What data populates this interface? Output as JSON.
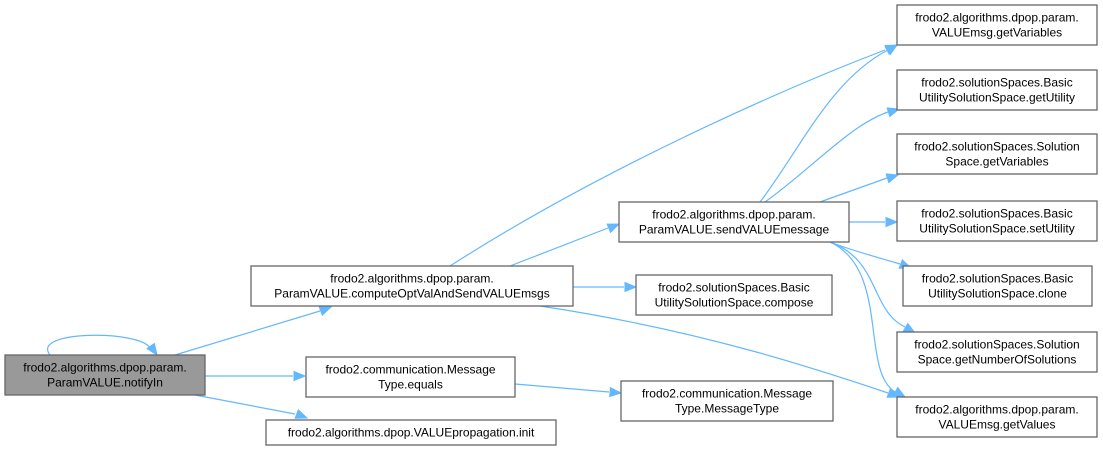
{
  "graph": {
    "type": "call-graph",
    "edge_color": "#63b8ff",
    "node_border_color": "#666666",
    "root_fill_color": "#999999",
    "nodes": [
      {
        "id": "notifyIn",
        "lines": [
          "frodo2.algorithms.dpop.param.",
          "ParamVALUE.notifyIn"
        ],
        "root": true
      },
      {
        "id": "computeOpt",
        "lines": [
          "frodo2.algorithms.dpop.param.",
          "ParamVALUE.computeOptValAndSendVALUEmsgs"
        ]
      },
      {
        "id": "msgTypeEquals",
        "lines": [
          "frodo2.communication.Message",
          "Type.equals"
        ]
      },
      {
        "id": "valueInit",
        "lines": [
          "frodo2.algorithms.dpop.VALUEpropagation.init"
        ]
      },
      {
        "id": "sendValue",
        "lines": [
          "frodo2.algorithms.dpop.param.",
          "ParamVALUE.sendVALUEmessage"
        ]
      },
      {
        "id": "compose",
        "lines": [
          "frodo2.solutionSpaces.Basic",
          "UtilitySolutionSpace.compose"
        ]
      },
      {
        "id": "msgTypeCtor",
        "lines": [
          "frodo2.communication.Message",
          "Type.MessageType"
        ]
      },
      {
        "id": "getVariablesMsg",
        "lines": [
          "frodo2.algorithms.dpop.param.",
          "VALUEmsg.getVariables"
        ]
      },
      {
        "id": "getUtility",
        "lines": [
          "frodo2.solutionSpaces.Basic",
          "UtilitySolutionSpace.getUtility"
        ]
      },
      {
        "id": "getVariablesSpace",
        "lines": [
          "frodo2.solutionSpaces.Solution",
          "Space.getVariables"
        ]
      },
      {
        "id": "setUtility",
        "lines": [
          "frodo2.solutionSpaces.Basic",
          "UtilitySolutionSpace.setUtility"
        ]
      },
      {
        "id": "clone",
        "lines": [
          "frodo2.solutionSpaces.Basic",
          "UtilitySolutionSpace.clone"
        ]
      },
      {
        "id": "getNumSolutions",
        "lines": [
          "frodo2.solutionSpaces.Solution",
          "Space.getNumberOfSolutions"
        ]
      },
      {
        "id": "getValues",
        "lines": [
          "frodo2.algorithms.dpop.param.",
          "VALUEmsg.getValues"
        ]
      }
    ],
    "edges": [
      {
        "from": "notifyIn",
        "to": "notifyIn"
      },
      {
        "from": "notifyIn",
        "to": "computeOpt"
      },
      {
        "from": "notifyIn",
        "to": "msgTypeEquals"
      },
      {
        "from": "notifyIn",
        "to": "valueInit"
      },
      {
        "from": "computeOpt",
        "to": "sendValue"
      },
      {
        "from": "computeOpt",
        "to": "compose"
      },
      {
        "from": "computeOpt",
        "to": "getVariablesMsg"
      },
      {
        "from": "computeOpt",
        "to": "getValues"
      },
      {
        "from": "msgTypeEquals",
        "to": "msgTypeCtor"
      },
      {
        "from": "sendValue",
        "to": "getVariablesMsg"
      },
      {
        "from": "sendValue",
        "to": "getUtility"
      },
      {
        "from": "sendValue",
        "to": "getVariablesSpace"
      },
      {
        "from": "sendValue",
        "to": "setUtility"
      },
      {
        "from": "sendValue",
        "to": "clone"
      },
      {
        "from": "sendValue",
        "to": "getNumSolutions"
      },
      {
        "from": "sendValue",
        "to": "getValues"
      }
    ]
  }
}
